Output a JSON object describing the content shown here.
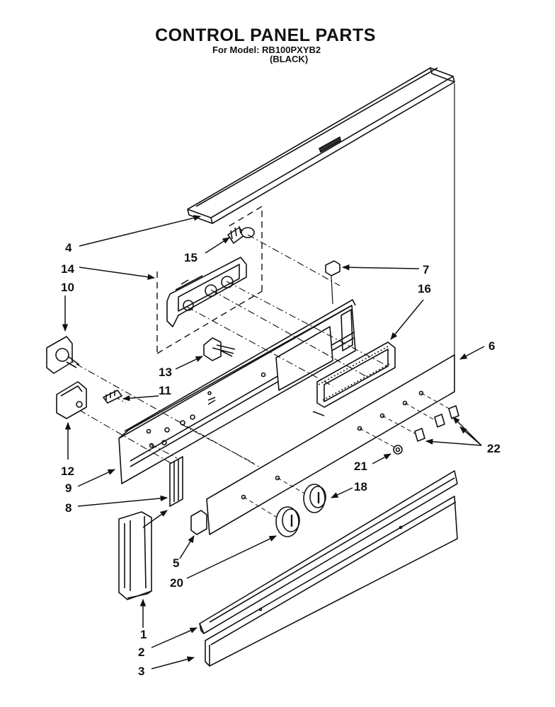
{
  "header": {
    "title": "CONTROL PANEL PARTS",
    "model_line": "For Model: RB100PXYB2",
    "color_line": "(BLACK)"
  },
  "callouts": [
    "1",
    "2",
    "3",
    "4",
    "5",
    "6",
    "7",
    "8",
    "9",
    "10",
    "11",
    "12",
    "13",
    "14",
    "15",
    "16",
    "18",
    "20",
    "21",
    "22"
  ]
}
